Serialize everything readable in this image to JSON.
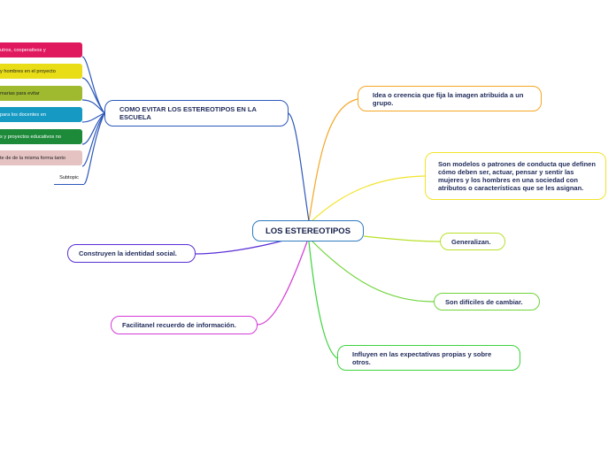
{
  "center": "LOS ESTEREOTIPOS",
  "right_nodes": [
    "Idea o creencia que fija la imagen atribuida a un grupo.",
    "Son modelos o patrones de conducta que definen cómo deben ser, actuar, pensar y sentir las mujeres y los hombres en una sociedad con atributos o características que se les asignan.",
    "Generalizan.",
    "Son difíciles de cambiar.",
    "Influyen en las expectativas propias y sobre otros."
  ],
  "left_nodes": [
    "Construyen la identidad social.",
    "Facilitanel recuerdo de información."
  ],
  "branch": {
    "label": "COMO EVITAR LOS ESTEREOTIPOS EN LA ESCUELA",
    "subtopics": [
      {
        "label": "utros, cooperativos y",
        "color": "#e0185e"
      },
      {
        "label": "y hombres en el proyecto",
        "color": "#e8dd17"
      },
      {
        "label": "marias para evitar",
        "color": "#9fba2e"
      },
      {
        "label": "para los docentes en",
        "color": "#169ac4"
      },
      {
        "label": "s y proyectos educativos no",
        "color": "#1d8a3a"
      },
      {
        "label": "te de de la misma forma tanto",
        "color": "#e6c3c3"
      }
    ],
    "placeholder": "Subtopic"
  }
}
